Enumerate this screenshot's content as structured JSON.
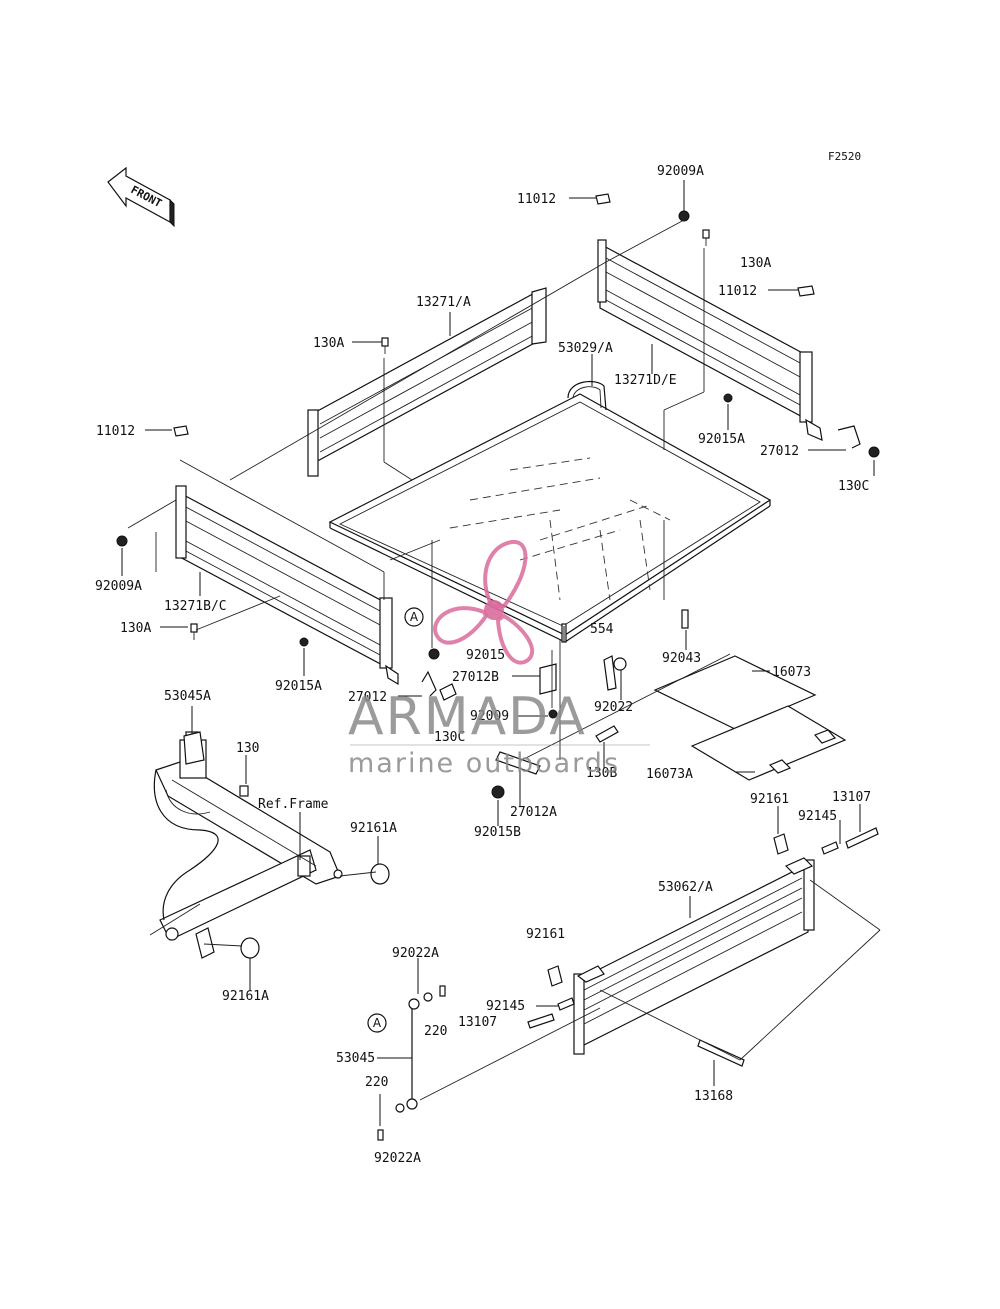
{
  "figure_ref": "F2520",
  "front_arrow": "FRONT",
  "watermark": {
    "brand": "ARMADA",
    "tagline": "marine outboards",
    "accent_color": "#d96b9c",
    "text_color": "#8a8a8a"
  },
  "callouts": {
    "a_upper": "A",
    "a_lower": "A"
  },
  "labels": {
    "p11012_top": "11012",
    "p92009A_top": "92009A",
    "p130A_right": "130A",
    "p11012_right": "11012",
    "p13271_A": "13271/A",
    "p130A_mid": "130A",
    "p53029_A": "53029/A",
    "p13271D_E": "13271D/E",
    "p92015A_right": "92015A",
    "p27012_right": "27012",
    "p130C_right": "130C",
    "p11012_left": "11012",
    "p92009A_left": "92009A",
    "p13271B_C": "13271B/C",
    "p130A_left": "130A",
    "p92015A_left": "92015A",
    "p92015": "92015",
    "p554": "554",
    "p92043": "92043",
    "p16073": "16073",
    "p27012B": "27012B",
    "p27012_left": "27012",
    "p92009": "92009",
    "p92022": "92022",
    "p130C_mid": "130C",
    "p130B": "130B",
    "p16073A": "16073A",
    "p27012A": "27012A",
    "p92015B": "92015B",
    "p53045A": "53045A",
    "p130": "130",
    "ref_frame": "Ref.Frame",
    "p92161A_upper": "92161A",
    "p92161A_lower": "92161A",
    "p92161_right": "92161",
    "p13107_right": "13107",
    "p92145_right": "92145",
    "p53062_A": "53062/A",
    "p92161_mid": "92161",
    "p92022A_upper": "92022A",
    "p92145_mid": "92145",
    "p220_upper": "220",
    "p13107_mid": "13107",
    "p53045": "53045",
    "p220_lower": "220",
    "p92022A_lower": "92022A",
    "p13168": "13168"
  }
}
